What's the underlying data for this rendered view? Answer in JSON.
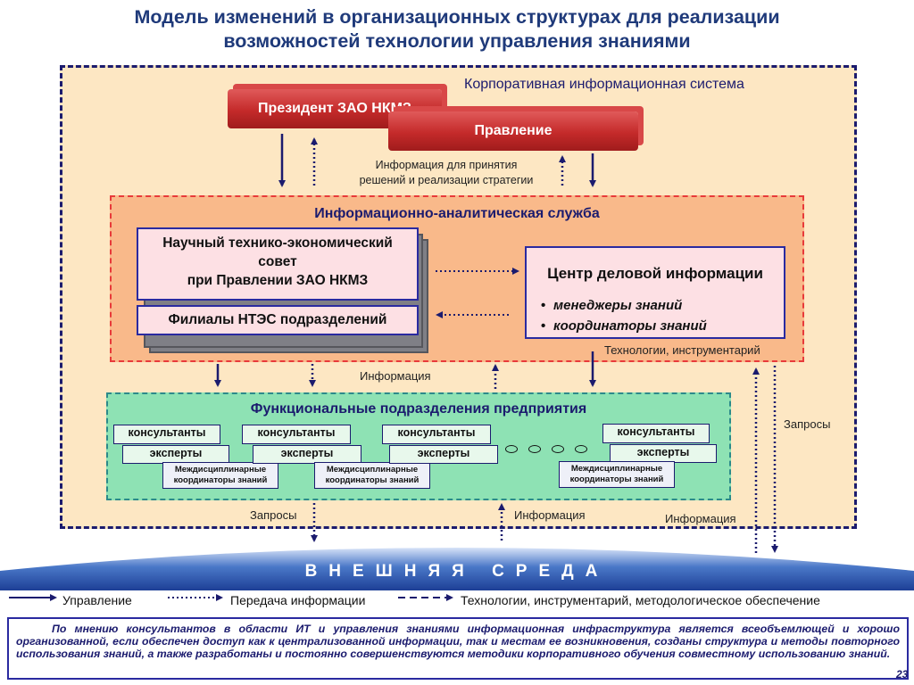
{
  "title": {
    "line1": "Модель изменений в организационных структурах для реализации",
    "line2": "возможностей технологии управления знаниями"
  },
  "corporate_system": {
    "label": "Корпоративная информационная система",
    "president": "Президент ЗАО НКМЗ",
    "board": "Правление",
    "info_strategy_line1": "Информация для принятия",
    "info_strategy_line2": "решений и реализации стратегии"
  },
  "analytic_service": {
    "label": "Информационно-аналитическая служба",
    "council_line1": "Научный технико-экономический",
    "council_line2": "совет",
    "council_line3": "при Правлении ЗАО НКМЗ",
    "branches": "Филиалы НТЭС подразделений",
    "center_title": "Центр деловой информации",
    "bullets": [
      "менеджеры знаний",
      "координаторы знаний"
    ],
    "tech_tools": "Технологии, инструментарий"
  },
  "info_label_mid": "Информация",
  "functional": {
    "label": "Функциональные подразделения предприятия",
    "consultants": "консультанты",
    "experts": "эксперты",
    "mdc_line1": "Междисциплинарные",
    "mdc_line2": "координаторы знаний"
  },
  "requests_right": "Запросы",
  "bottom_labels": {
    "requests": "Запросы",
    "info_center": "Информация",
    "info_right": "Информация"
  },
  "external_env": "ВНЕШНЯЯ СРЕДА",
  "legend": {
    "control": "Управление",
    "transfer": "Передача информации",
    "tech": "Технологии, инструментарий, методологическое обеспечение"
  },
  "note": "По мнению консультантов в области ИТ и управления знаниями информационная инфраструктура является всеобъемлющей и хорошо организованной, если обеспечен доступ как к централизованной информации, так и местам ее возникновения, созданы структура и методы повторного использования знаний, а также разработаны и постоянно совершенствуются методики корпоративного обучения совместному использованию знаний.",
  "page_number": "23",
  "colors": {
    "title": "#1f3a7a",
    "corporate_bg": "#fde7c3",
    "analytic_bg": "#f9b98a",
    "functional_bg": "#8ee2b4",
    "red_blocks": "#c42a2a",
    "navy": "#1b1b6e"
  }
}
